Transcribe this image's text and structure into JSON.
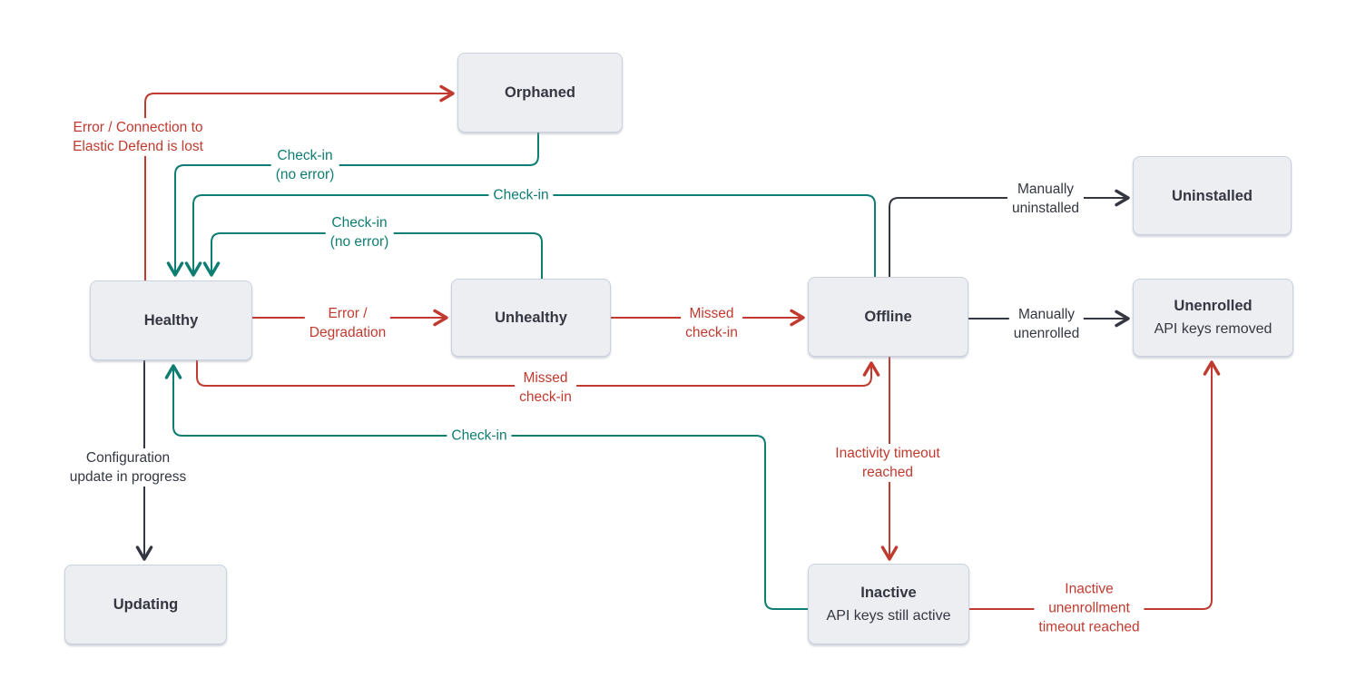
{
  "colors": {
    "error_red": "#C03A2F",
    "checkin_teal": "#0E7D72",
    "neutral_dark": "#343741",
    "node_fill": "#EDEEF1",
    "node_border": "#C9D1DE"
  },
  "nodes": {
    "orphaned": {
      "label": "Orphaned"
    },
    "healthy": {
      "label": "Healthy"
    },
    "unhealthy": {
      "label": "Unhealthy"
    },
    "offline": {
      "label": "Offline"
    },
    "uninstalled": {
      "label": "Uninstalled"
    },
    "unenrolled": {
      "label": "Unenrolled",
      "sublabel": "API keys removed"
    },
    "updating": {
      "label": "Updating"
    },
    "inactive": {
      "label": "Inactive",
      "sublabel": "API keys still active"
    }
  },
  "edges": {
    "healthy_to_orphaned": {
      "from": "Healthy",
      "to": "Orphaned",
      "color": "red",
      "label": "Error / Connection to\nElastic Defend is lost"
    },
    "orphaned_to_healthy": {
      "from": "Orphaned",
      "to": "Healthy",
      "color": "teal",
      "label": "Check-in\n(no error)"
    },
    "offline_to_healthy": {
      "from": "Offline",
      "to": "Healthy",
      "color": "teal",
      "label": "Check-in"
    },
    "unhealthy_to_healthy": {
      "from": "Unhealthy",
      "to": "Healthy",
      "color": "teal",
      "label": "Check-in\n(no error)"
    },
    "healthy_to_unhealthy": {
      "from": "Healthy",
      "to": "Unhealthy",
      "color": "red",
      "label": "Error /\nDegradation"
    },
    "unhealthy_to_offline": {
      "from": "Unhealthy",
      "to": "Offline",
      "color": "red",
      "label": "Missed\ncheck-in"
    },
    "healthy_to_offline": {
      "from": "Healthy",
      "to": "Offline",
      "color": "red",
      "label": "Missed\ncheck-in"
    },
    "inactive_to_healthy": {
      "from": "Inactive",
      "to": "Healthy",
      "color": "teal",
      "label": "Check-in"
    },
    "healthy_to_updating": {
      "from": "Healthy",
      "to": "Updating",
      "color": "dark",
      "label": "Configuration\nupdate in progress"
    },
    "offline_to_inactive": {
      "from": "Offline",
      "to": "Inactive",
      "color": "red",
      "label": "Inactivity timeout\nreached"
    },
    "inactive_to_unenrolled": {
      "from": "Inactive",
      "to": "Unenrolled",
      "color": "red",
      "label": "Inactive\nunenrollment\ntimeout reached"
    },
    "offline_to_uninstalled": {
      "from": "Offline",
      "to": "Uninstalled",
      "color": "dark",
      "label": "Manually\nuninstalled"
    },
    "offline_to_unenrolled": {
      "from": "Offline",
      "to": "Unenrolled",
      "color": "dark",
      "label": "Manually\nunenrolled"
    }
  }
}
